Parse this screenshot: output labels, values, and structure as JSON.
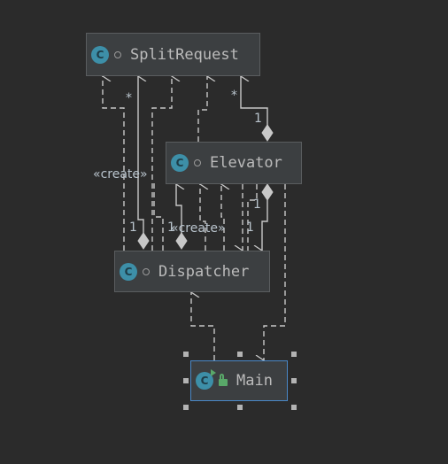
{
  "classes": {
    "split_request": {
      "name": "SplitRequest",
      "icon": "class-icon",
      "icon_letter": "C"
    },
    "elevator": {
      "name": "Elevator",
      "icon": "class-icon",
      "icon_letter": "C"
    },
    "dispatcher": {
      "name": "Dispatcher",
      "icon": "class-icon",
      "icon_letter": "C"
    },
    "main": {
      "name": "Main",
      "icon": "runnable-class-icon",
      "icon_letter": "C"
    }
  },
  "labels": {
    "star_1": "*",
    "star_2": "*",
    "one_1": "1",
    "create_1": "«create»",
    "one_2": "1",
    "one_3": "1",
    "create_2": "«create»",
    "one_4": "1",
    "one_5": "1"
  },
  "colors": {
    "background": "#2b2b2b",
    "box_fill": "#3c3f41",
    "box_border": "#5a5d5f",
    "selected_border": "#4a88c7",
    "line": "#c8c8c8",
    "class_icon": "#3d8fa8",
    "run_marker": "#59a869"
  }
}
